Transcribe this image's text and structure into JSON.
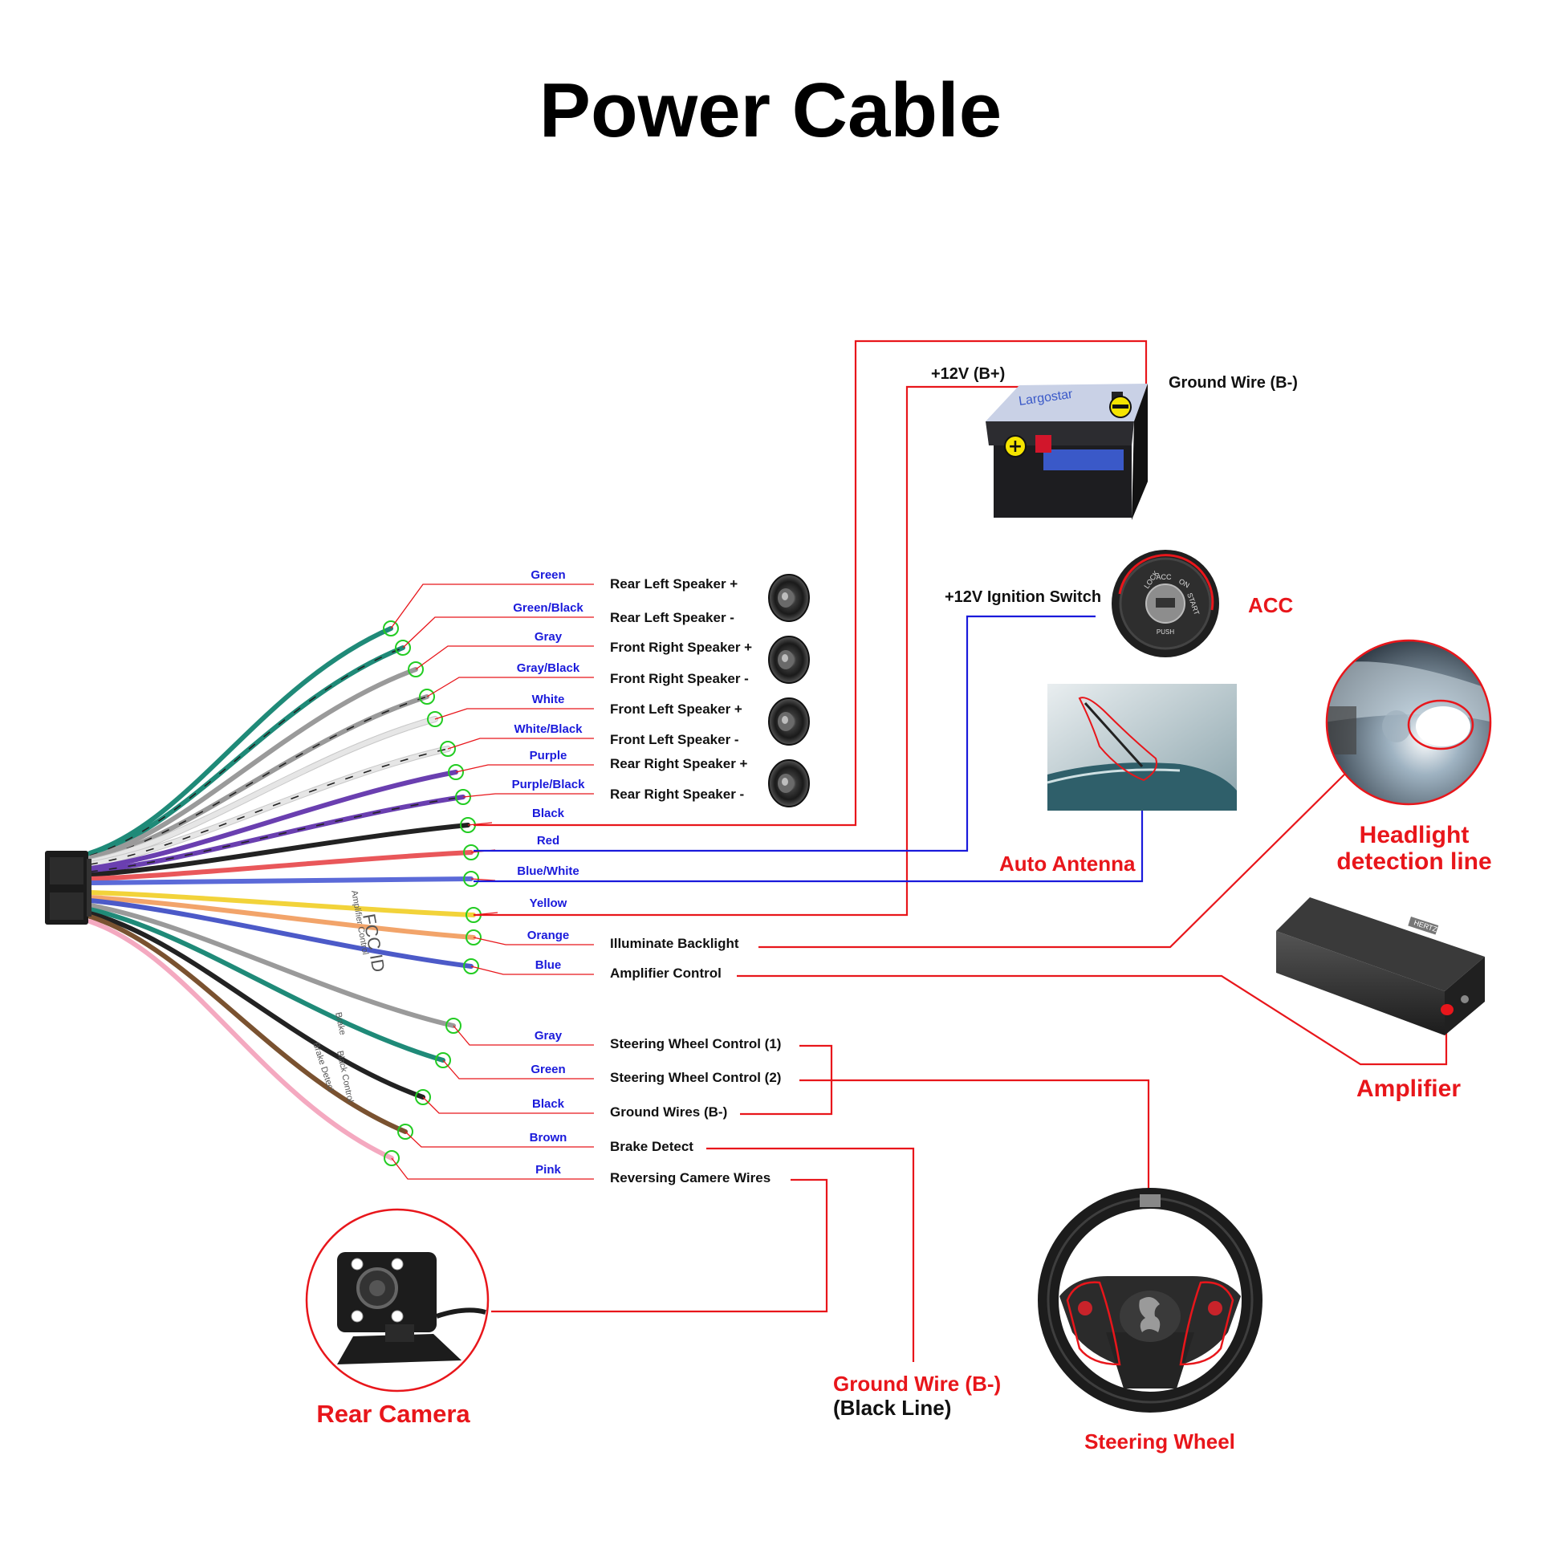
{
  "title": "Power Cable",
  "colors": {
    "red_line": "#e8161b",
    "blue_line": "#1a1adb",
    "marker": "#22cc22",
    "wire_label": "#1a1adb",
    "callout": "#e8161b"
  },
  "wire_colors": {
    "Green": "#1f8a78",
    "Green/Black": "#1f8a78",
    "Gray": "#9a9a9a",
    "Gray/Black": "#9a9a9a",
    "White": "#e6e6e6",
    "White/Black": "#e6e6e6",
    "Purple": "#6a3fb0",
    "Purple/Black": "#6a3fb0",
    "Black": "#222222",
    "Red": "#e9575a",
    "Blue/White": "#5b6ad8",
    "Yellow": "#f2d33a",
    "Orange": "#f2a46a",
    "Blue": "#4c5ac8",
    "Brown": "#7a5230",
    "Pink": "#f4a9c0"
  },
  "wires": [
    {
      "color": "Green",
      "function": "Rear Left Speaker +"
    },
    {
      "color": "Green/Black",
      "function": "Rear Left Speaker -"
    },
    {
      "color": "Gray",
      "function": "Front Right Speaker +"
    },
    {
      "color": "Gray/Black",
      "function": "Front Right Speaker -"
    },
    {
      "color": "White",
      "function": "Front Left Speaker +"
    },
    {
      "color": "White/Black",
      "function": "Front Left Speaker -"
    },
    {
      "color": "Purple",
      "function": "Rear Right Speaker +"
    },
    {
      "color": "Purple/Black",
      "function": "Rear Right Speaker -"
    },
    {
      "color": "Black",
      "function": ""
    },
    {
      "color": "Red",
      "function": ""
    },
    {
      "color": "Blue/White",
      "function": ""
    },
    {
      "color": "Yellow",
      "function": ""
    },
    {
      "color": "Orange",
      "function": "Illuminate Backlight"
    },
    {
      "color": "Blue",
      "function": "Amplifier Control"
    },
    {
      "color": "Gray",
      "function": "Steering Wheel Control (1)"
    },
    {
      "color": "Green",
      "function": "Steering Wheel Control (2)"
    },
    {
      "color": "Black",
      "function": "Ground Wires (B-)"
    },
    {
      "color": "Brown",
      "function": "Brake Detect"
    },
    {
      "color": "Pink",
      "function": "Reversing Camere Wires"
    }
  ],
  "battery": {
    "positive_label": "+12V  (B+)",
    "ground_label": "Ground Wire (B-)",
    "brand": "Largostar"
  },
  "ignition": {
    "label": "+12V  Ignition Switch",
    "callout": "ACC",
    "key_markings": [
      "LOCK",
      "ACC",
      "ON",
      "START",
      "PUSH"
    ]
  },
  "antenna": {
    "callout": "Auto Antenna"
  },
  "headlight": {
    "callout_line1": "Headlight",
    "callout_line2": "detection line"
  },
  "amplifier": {
    "callout": "Amplifier",
    "brand": "HERTZ"
  },
  "rear_camera": {
    "callout": "Rear Camera"
  },
  "steering": {
    "callout": "Steering Wheel"
  },
  "ground_black": {
    "line1": "Ground Wire (B-)",
    "line2": "(Black Line)"
  },
  "harness_print": [
    "Amplifier Control",
    "FCC ID",
    "Black Control",
    "Brake Detect",
    "Brake"
  ]
}
